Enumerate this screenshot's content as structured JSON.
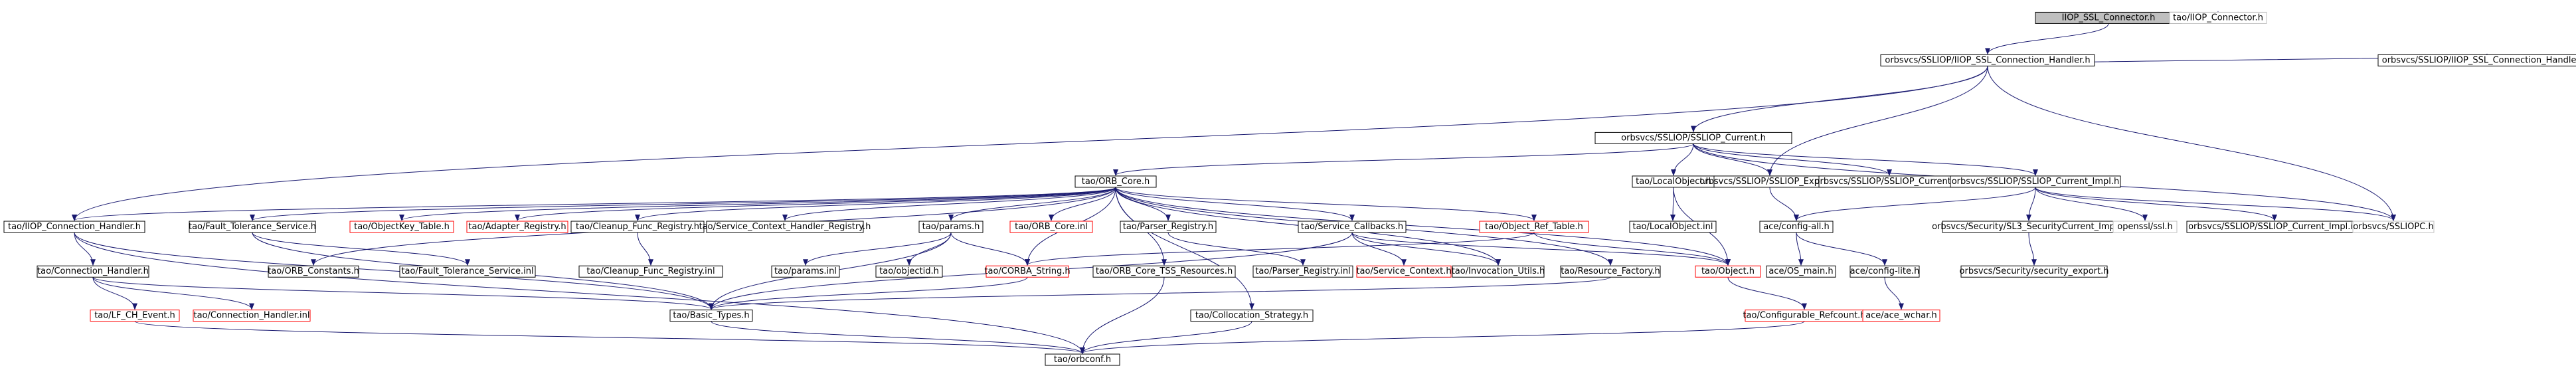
{
  "colors": {
    "edge": "#191970",
    "node_border": "#000000",
    "missing_border": "#ff0000",
    "root_fill": "#bfbfbf",
    "external_border": "#bfbfbf",
    "text": "#000000"
  },
  "nodes": [
    {
      "id": "n_root",
      "label": "IIOP_SSL_Connector.h",
      "style": "root"
    },
    {
      "id": "n_iiop_conn",
      "label": "tao/IIOP_Connector.h",
      "style": "external"
    },
    {
      "id": "n_sslch",
      "label": "orbsvcs/SSLIOP/IIOP_SSL_Connection_Handler.h",
      "style": "normal"
    },
    {
      "id": "n_sslch_inl",
      "label": "orbsvcs/SSLIOP/IIOP_SSL_Connection_Handler.inl",
      "style": "normal"
    },
    {
      "id": "n_cur",
      "label": "orbsvcs/SSLIOP/SSLIOP_Current.h",
      "style": "normal"
    },
    {
      "id": "n_orbcore",
      "label": "tao/ORB_Core.h",
      "style": "normal"
    },
    {
      "id": "n_localobj",
      "label": "tao/LocalObject.h",
      "style": "normal"
    },
    {
      "id": "n_export",
      "label": "orbsvcs/SSLIOP/SSLIOP_Export.h",
      "style": "normal"
    },
    {
      "id": "n_cur_inl",
      "label": "orbsvcs/SSLIOP/SSLIOP_Current.inl",
      "style": "normal"
    },
    {
      "id": "n_curimpl",
      "label": "orbsvcs/SSLIOP/SSLIOP_Current_Impl.h",
      "style": "normal"
    },
    {
      "id": "n_iiopch",
      "label": "tao/IIOP_Connection_Handler.h",
      "style": "normal"
    },
    {
      "id": "n_fts",
      "label": "tao/Fault_Tolerance_Service.h",
      "style": "normal"
    },
    {
      "id": "n_objkey",
      "label": "tao/ObjectKey_Table.h",
      "style": "missing"
    },
    {
      "id": "n_adapreg",
      "label": "tao/Adapter_Registry.h",
      "style": "missing"
    },
    {
      "id": "n_cleanup",
      "label": "tao/Cleanup_Func_Registry.h",
      "style": "normal"
    },
    {
      "id": "n_schr",
      "label": "tao/Service_Context_Handler_Registry.h",
      "style": "normal"
    },
    {
      "id": "n_params",
      "label": "tao/params.h",
      "style": "normal"
    },
    {
      "id": "n_orbcore_inl",
      "label": "tao/ORB_Core.inl",
      "style": "missing"
    },
    {
      "id": "n_parser",
      "label": "tao/Parser_Registry.h",
      "style": "normal"
    },
    {
      "id": "n_svccb",
      "label": "tao/Service_Callbacks.h",
      "style": "normal"
    },
    {
      "id": "n_objref",
      "label": "tao/Object_Ref_Table.h",
      "style": "missing"
    },
    {
      "id": "n_localobj_inl",
      "label": "tao/LocalObject.inl",
      "style": "normal"
    },
    {
      "id": "n_aceconfigall",
      "label": "ace/config-all.h",
      "style": "normal"
    },
    {
      "id": "n_sl3",
      "label": "orbsvcs/Security/SL3_SecurityCurrent_Impl.h",
      "style": "normal"
    },
    {
      "id": "n_openssl",
      "label": "openssl/ssl.h",
      "style": "external"
    },
    {
      "id": "n_curimpl_inl",
      "label": "orbsvcs/SSLIOP/SSLIOP_Current_Impl.inl",
      "style": "normal"
    },
    {
      "id": "n_sslc",
      "label": "orbsvcs/SSLIOPC.h",
      "style": "external"
    },
    {
      "id": "n_connh",
      "label": "tao/Connection_Handler.h",
      "style": "normal"
    },
    {
      "id": "n_orbconst",
      "label": "tao/ORB_Constants.h",
      "style": "normal"
    },
    {
      "id": "n_fts_inl",
      "label": "tao/Fault_Tolerance_Service.inl",
      "style": "normal"
    },
    {
      "id": "n_cleanup_inl",
      "label": "tao/Cleanup_Func_Registry.inl",
      "style": "normal"
    },
    {
      "id": "n_params_inl",
      "label": "tao/params.inl",
      "style": "normal"
    },
    {
      "id": "n_objectid",
      "label": "tao/objectid.h",
      "style": "normal"
    },
    {
      "id": "n_corbastr",
      "label": "tao/CORBA_String.h",
      "style": "missing"
    },
    {
      "id": "n_tss",
      "label": "tao/ORB_Core_TSS_Resources.h",
      "style": "normal"
    },
    {
      "id": "n_parser_inl",
      "label": "tao/Parser_Registry.inl",
      "style": "normal"
    },
    {
      "id": "n_svcctx",
      "label": "tao/Service_Context.h",
      "style": "missing"
    },
    {
      "id": "n_invutils",
      "label": "tao/Invocation_Utils.h",
      "style": "normal"
    },
    {
      "id": "n_resfact",
      "label": "tao/Resource_Factory.h",
      "style": "normal"
    },
    {
      "id": "n_object",
      "label": "tao/Object.h",
      "style": "missing"
    },
    {
      "id": "n_osmain",
      "label": "ace/OS_main.h",
      "style": "normal"
    },
    {
      "id": "n_configlite",
      "label": "ace/config-lite.h",
      "style": "normal"
    },
    {
      "id": "n_secexport",
      "label": "orbsvcs/Security/security_export.h",
      "style": "normal"
    },
    {
      "id": "n_lfch",
      "label": "tao/LF_CH_Event.h",
      "style": "missing"
    },
    {
      "id": "n_connh_inl",
      "label": "tao/Connection_Handler.inl",
      "style": "missing"
    },
    {
      "id": "n_basictypes",
      "label": "tao/Basic_Types.h",
      "style": "normal"
    },
    {
      "id": "n_colloc",
      "label": "tao/Collocation_Strategy.h",
      "style": "normal"
    },
    {
      "id": "n_confref",
      "label": "tao/Configurable_Refcount.h",
      "style": "missing"
    },
    {
      "id": "n_acewchar",
      "label": "ace/ace_wchar.h",
      "style": "missing"
    },
    {
      "id": "n_orbconf",
      "label": "tao/orbconf.h",
      "style": "normal"
    }
  ],
  "edges": [
    [
      "n_root",
      "n_iiop_conn"
    ],
    [
      "n_root",
      "n_sslch"
    ],
    [
      "n_sslch",
      "n_iiopch"
    ],
    [
      "n_sslch",
      "n_export"
    ],
    [
      "n_sslch",
      "n_cur"
    ],
    [
      "n_sslch",
      "n_sslc"
    ],
    [
      "n_sslch",
      "n_sslch_inl"
    ],
    [
      "n_cur",
      "n_orbcore"
    ],
    [
      "n_cur",
      "n_localobj"
    ],
    [
      "n_cur",
      "n_export"
    ],
    [
      "n_cur",
      "n_cur_inl"
    ],
    [
      "n_cur",
      "n_curimpl"
    ],
    [
      "n_cur",
      "n_sslc"
    ],
    [
      "n_orbcore",
      "n_iiopch"
    ],
    [
      "n_orbcore",
      "n_fts"
    ],
    [
      "n_orbcore",
      "n_objkey"
    ],
    [
      "n_orbcore",
      "n_adapreg"
    ],
    [
      "n_orbcore",
      "n_cleanup"
    ],
    [
      "n_orbcore",
      "n_schr"
    ],
    [
      "n_orbcore",
      "n_params"
    ],
    [
      "n_orbcore",
      "n_orbcore_inl"
    ],
    [
      "n_orbcore",
      "n_parser"
    ],
    [
      "n_orbcore",
      "n_svccb"
    ],
    [
      "n_orbcore",
      "n_objref"
    ],
    [
      "n_orbcore",
      "n_object"
    ],
    [
      "n_orbcore",
      "n_orbconst"
    ],
    [
      "n_orbcore",
      "n_tss"
    ],
    [
      "n_orbcore",
      "n_invutils"
    ],
    [
      "n_orbcore",
      "n_resfact"
    ],
    [
      "n_orbcore",
      "n_colloc"
    ],
    [
      "n_orbcore",
      "n_corbastr"
    ],
    [
      "n_localobj",
      "n_localobj_inl"
    ],
    [
      "n_localobj",
      "n_object"
    ],
    [
      "n_export",
      "n_aceconfigall"
    ],
    [
      "n_curimpl",
      "n_aceconfigall"
    ],
    [
      "n_curimpl",
      "n_sl3"
    ],
    [
      "n_curimpl",
      "n_openssl"
    ],
    [
      "n_curimpl",
      "n_curimpl_inl"
    ],
    [
      "n_curimpl",
      "n_sslc"
    ],
    [
      "n_iiopch",
      "n_connh"
    ],
    [
      "n_iiopch",
      "n_basictypes"
    ],
    [
      "n_iiopch",
      "n_orbconf"
    ],
    [
      "n_fts",
      "n_fts_inl"
    ],
    [
      "n_fts",
      "n_basictypes"
    ],
    [
      "n_cleanup",
      "n_cleanup_inl"
    ],
    [
      "n_params",
      "n_params_inl"
    ],
    [
      "n_params",
      "n_objectid"
    ],
    [
      "n_params",
      "n_corbastr"
    ],
    [
      "n_params",
      "n_basictypes"
    ],
    [
      "n_parser",
      "n_parser_inl"
    ],
    [
      "n_svccb",
      "n_svcctx"
    ],
    [
      "n_svccb",
      "n_invutils"
    ],
    [
      "n_svccb",
      "n_object"
    ],
    [
      "n_svccb",
      "n_basictypes"
    ],
    [
      "n_objref",
      "n_corbastr"
    ],
    [
      "n_objref",
      "n_object"
    ],
    [
      "n_aceconfigall",
      "n_osmain"
    ],
    [
      "n_aceconfigall",
      "n_configlite"
    ],
    [
      "n_sl3",
      "n_secexport"
    ],
    [
      "n_connh",
      "n_lfch"
    ],
    [
      "n_connh",
      "n_connh_inl"
    ],
    [
      "n_connh",
      "n_basictypes"
    ],
    [
      "n_corbastr",
      "n_basictypes"
    ],
    [
      "n_tss",
      "n_orbconf"
    ],
    [
      "n_resfact",
      "n_basictypes"
    ],
    [
      "n_object",
      "n_confref"
    ],
    [
      "n_configlite",
      "n_acewchar"
    ],
    [
      "n_lfch",
      "n_orbconf"
    ],
    [
      "n_basictypes",
      "n_orbconf"
    ],
    [
      "n_colloc",
      "n_orbconf"
    ],
    [
      "n_confref",
      "n_orbconf"
    ]
  ]
}
